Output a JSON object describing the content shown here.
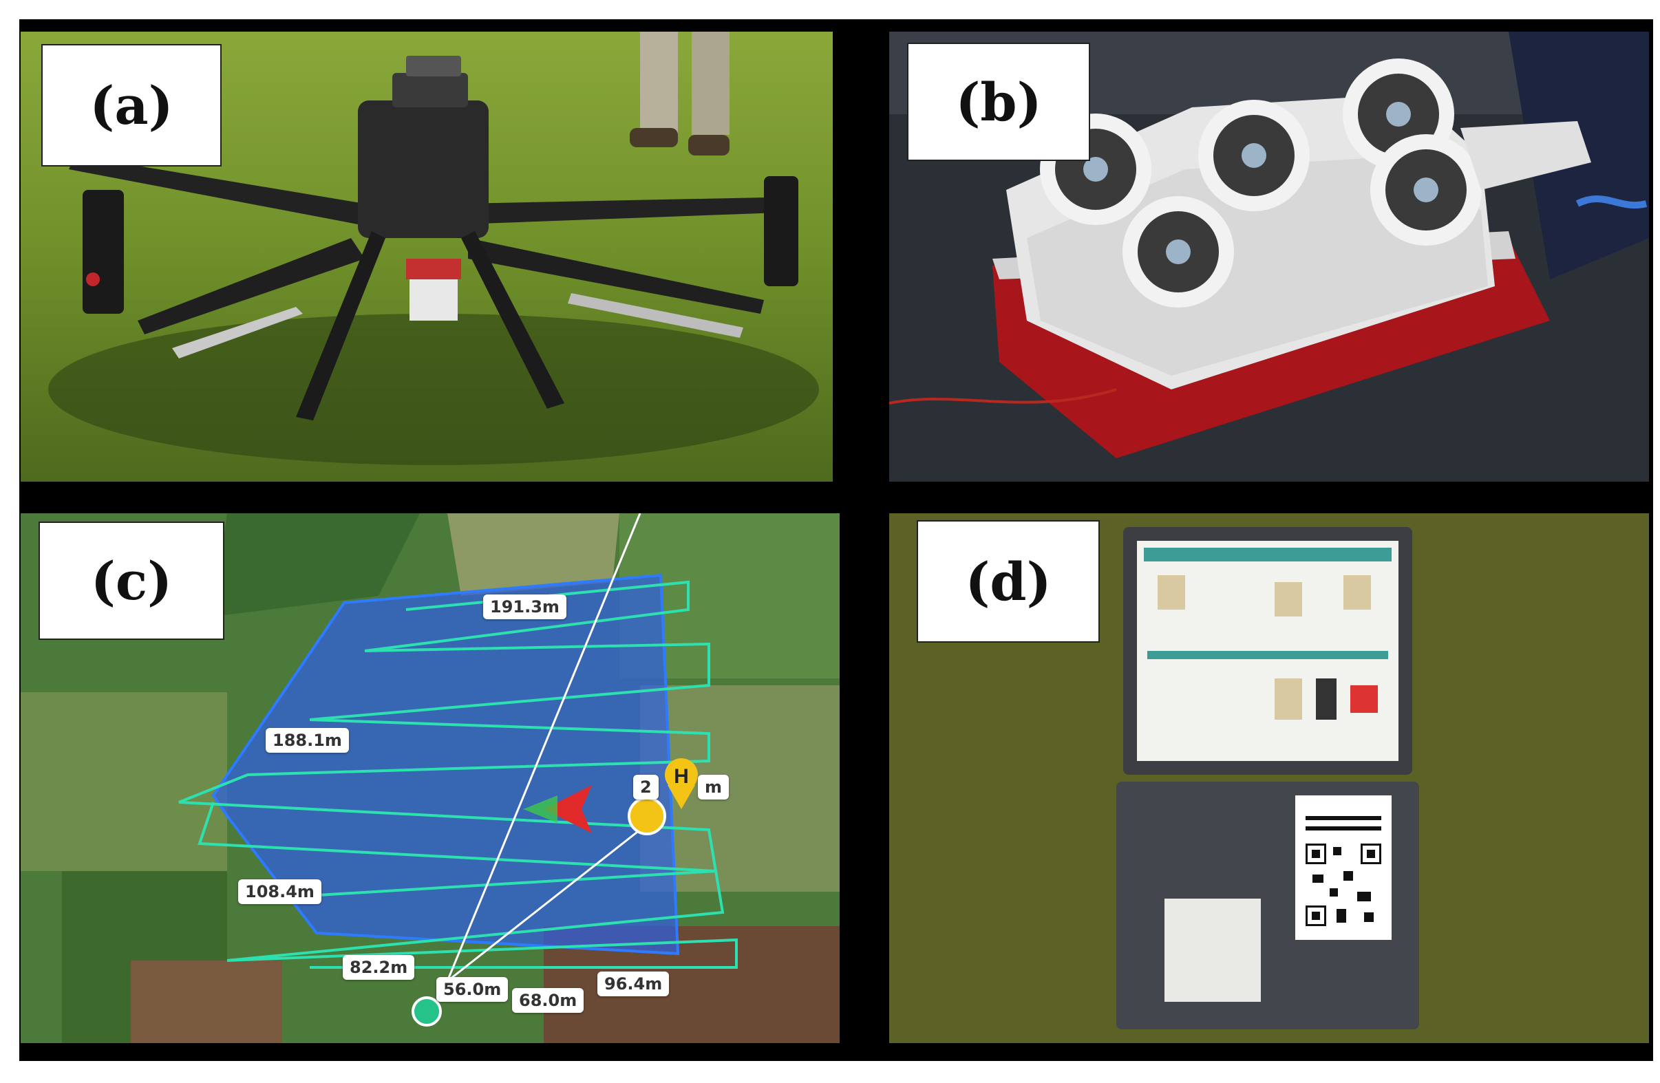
{
  "panels": [
    {
      "id": "a",
      "label": "(a)"
    },
    {
      "id": "b",
      "label": "(b)"
    },
    {
      "id": "c",
      "label": "(c)",
      "flight_plan": {
        "distances": [
          "191.3m",
          "188.1m",
          "2",
          "m",
          "108.4m",
          "82.2m",
          "56.0m",
          "68.0m",
          "96.4m"
        ],
        "home_marker": "H"
      }
    },
    {
      "id": "d",
      "label": "(d)"
    }
  ]
}
